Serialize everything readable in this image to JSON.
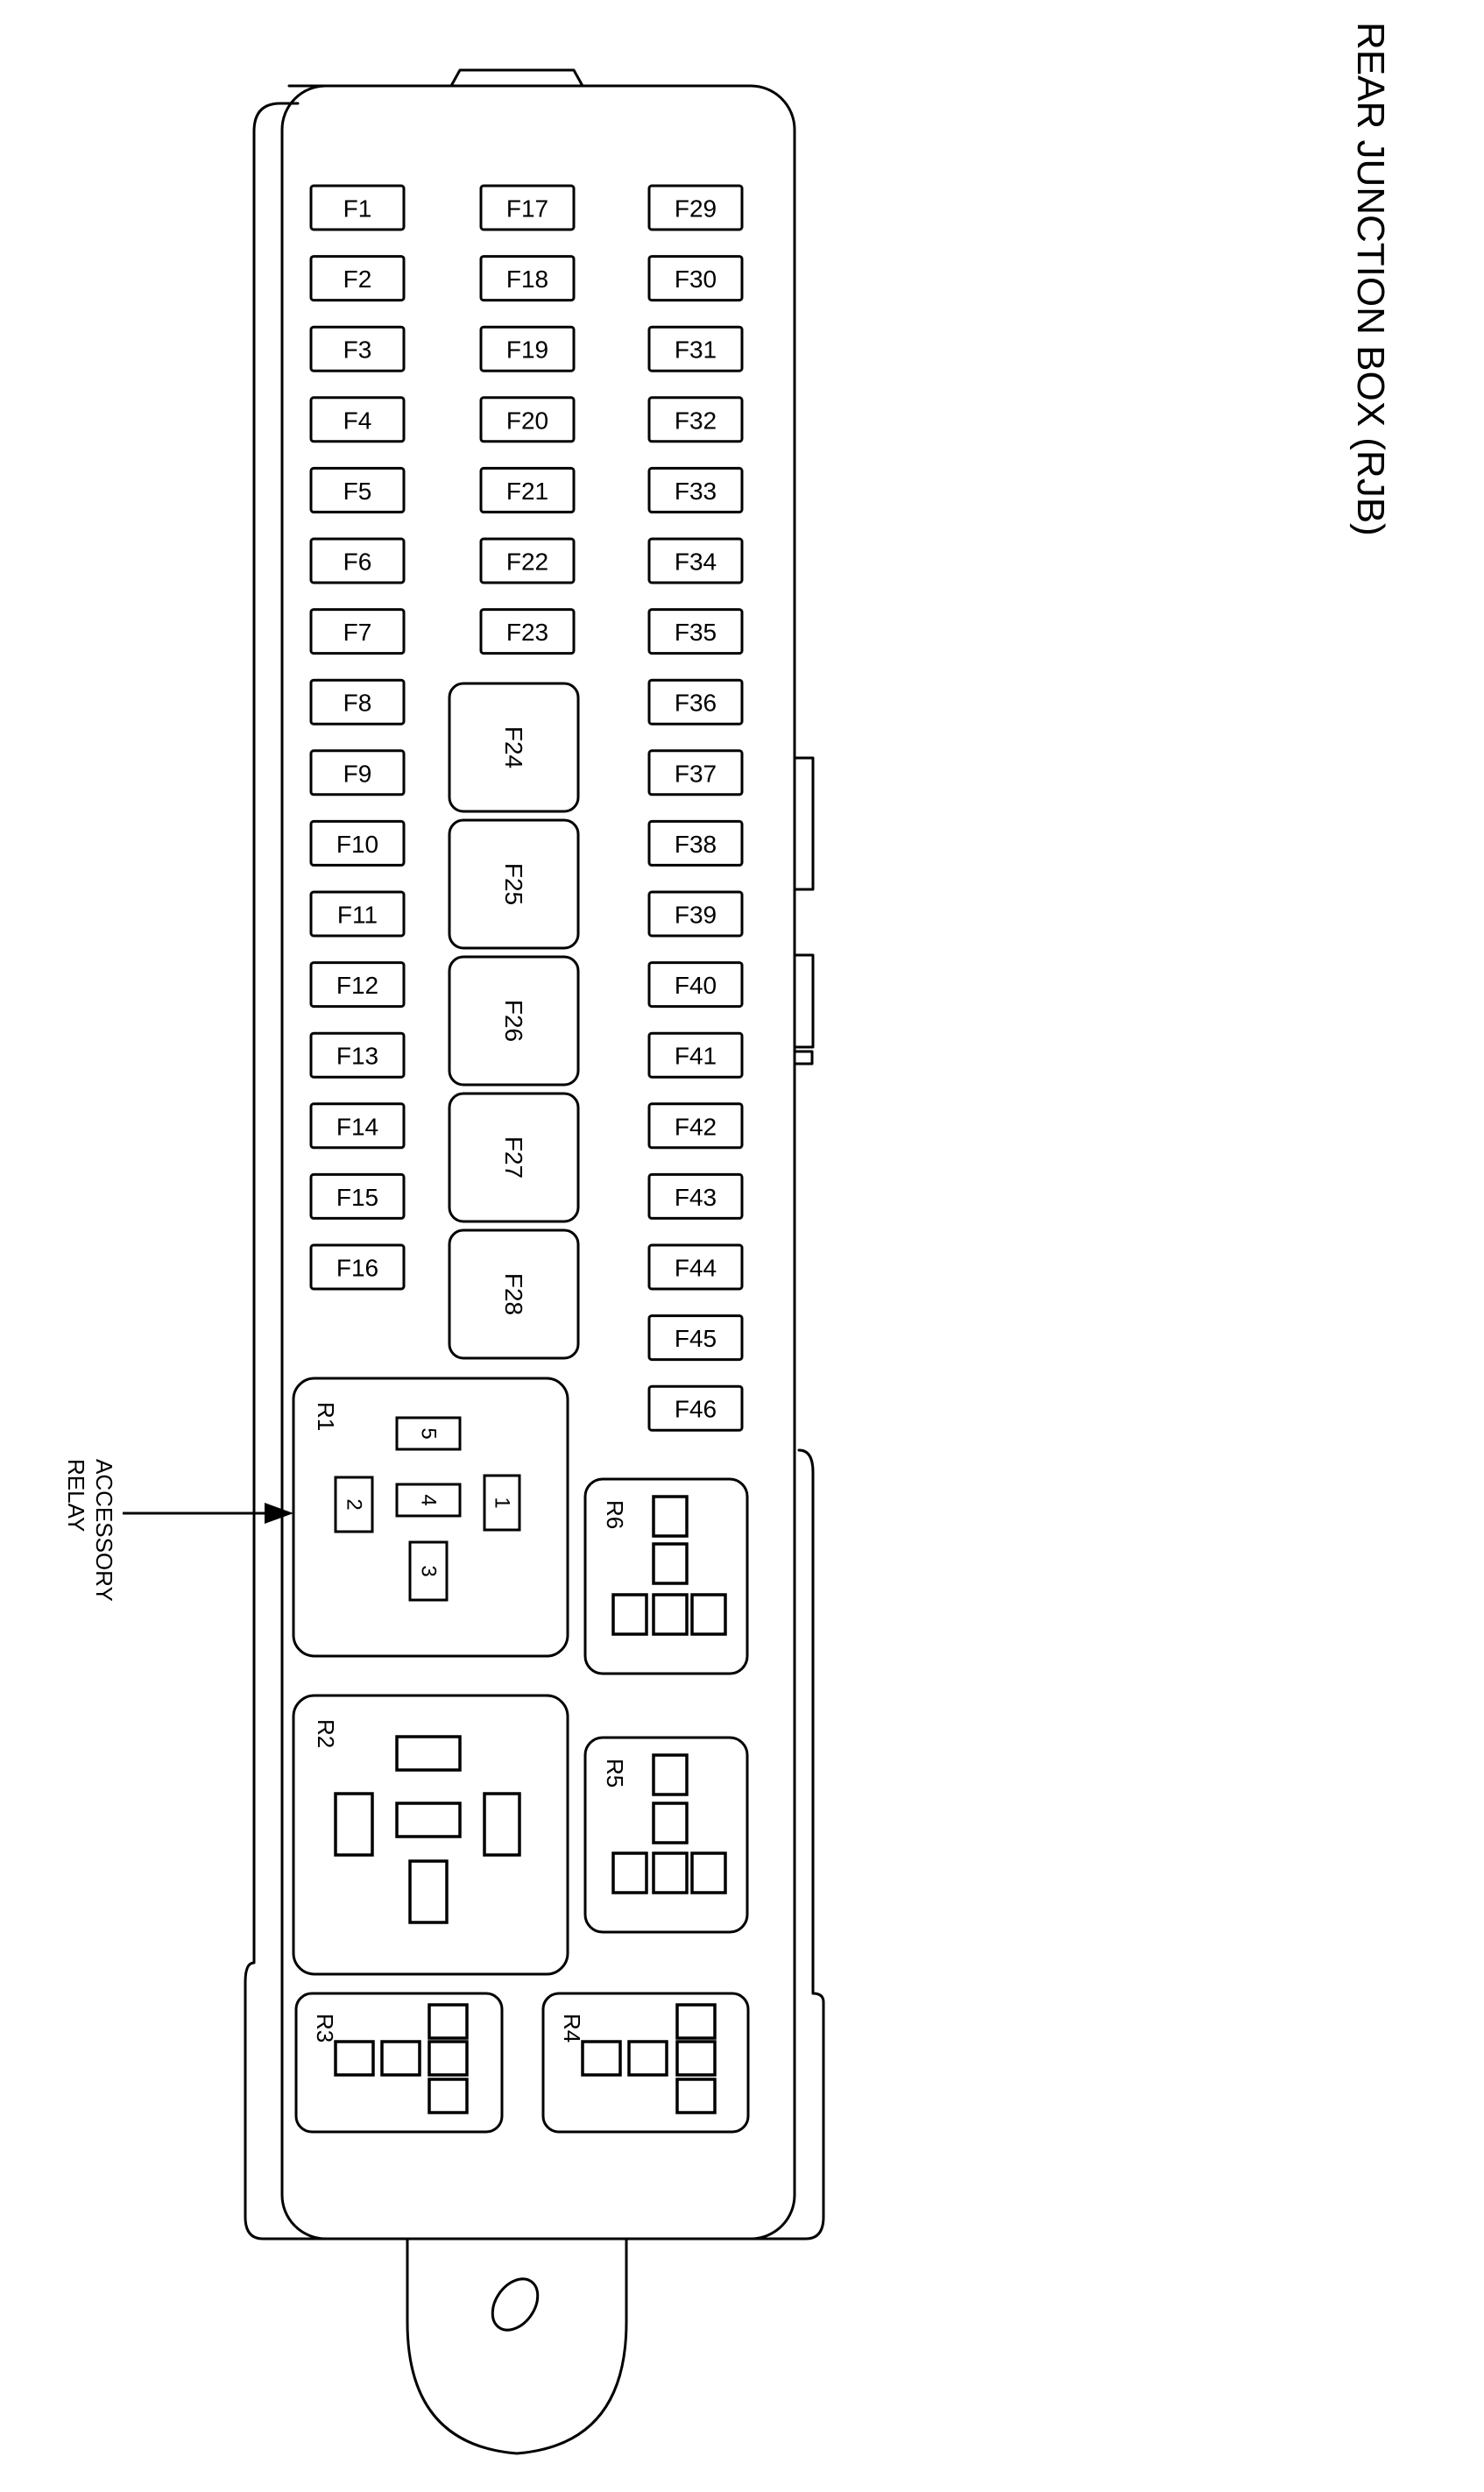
{
  "title": "REAR JUNCTION BOX (RJB)",
  "callout": [
    "ACCESSORY",
    "RELAY"
  ],
  "fuses": {
    "col1": [
      "F1",
      "F2",
      "F3",
      "F4",
      "F5",
      "F6",
      "F7",
      "F8",
      "F9",
      "F10",
      "F11",
      "F12",
      "F13",
      "F14",
      "F15",
      "F16"
    ],
    "col2": [
      "F17",
      "F18",
      "F19",
      "F20",
      "F21",
      "F22",
      "F23"
    ],
    "col3": [
      "F29",
      "F30",
      "F31",
      "F32",
      "F33",
      "F34",
      "F35",
      "F36",
      "F37",
      "F38",
      "F39",
      "F40",
      "F41",
      "F42",
      "F43",
      "F44",
      "F45",
      "F46"
    ],
    "large": [
      "F24",
      "F25",
      "F26",
      "F27",
      "F28"
    ]
  },
  "relays": [
    "R1",
    "R2",
    "R3",
    "R4",
    "R5",
    "R6"
  ],
  "r1_pins": [
    "5",
    "2",
    "4",
    "1",
    "3"
  ]
}
